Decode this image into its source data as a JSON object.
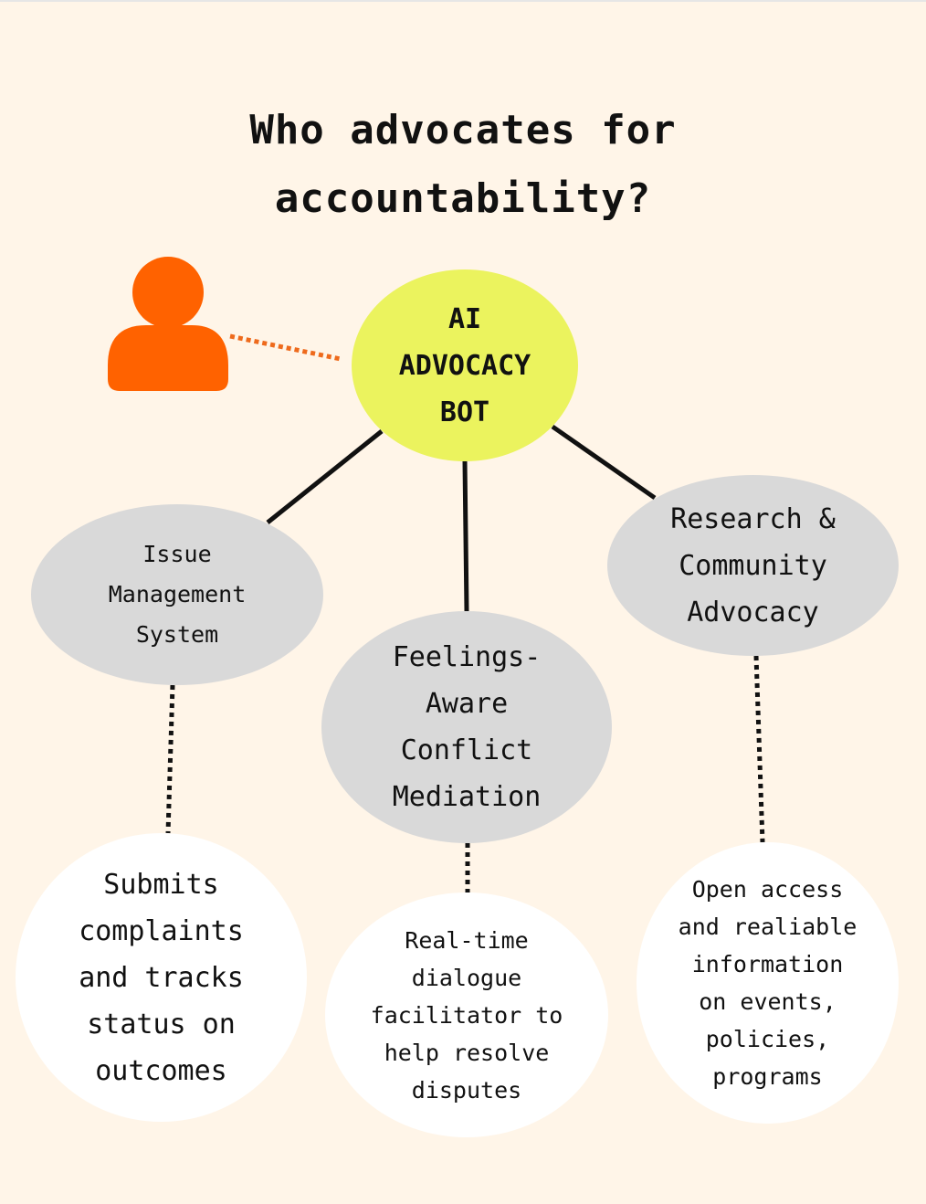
{
  "title": {
    "line1": "Who advocates for",
    "line2": "accountability?"
  },
  "colors": {
    "background": "#fff5e8",
    "hub": "#ebf35e",
    "person_icon": "#ff6200",
    "feature_node": "#d9d9d9",
    "description_node": "#ffffff",
    "connector": "#111111"
  },
  "person": {
    "icon": "person-icon"
  },
  "hub": {
    "lines": [
      "AI",
      "ADVOCACY",
      "BOT"
    ]
  },
  "features": {
    "issue_management": {
      "lines": [
        "Issue",
        "Management",
        "System"
      ],
      "description": [
        "Submits",
        "complaints",
        "and tracks",
        "status on",
        "outcomes"
      ]
    },
    "conflict_mediation": {
      "lines": [
        "Feelings-",
        "Aware",
        "Conflict",
        "Mediation"
      ],
      "description": [
        "Real-time",
        "dialogue",
        "facilitator to",
        "help resolve",
        "disputes"
      ]
    },
    "research_advocacy": {
      "lines": [
        "Research &",
        "Community",
        "Advocacy"
      ],
      "description": [
        "Open access",
        "and realiable",
        "information",
        "on events,",
        "policies,",
        "programs"
      ]
    }
  }
}
